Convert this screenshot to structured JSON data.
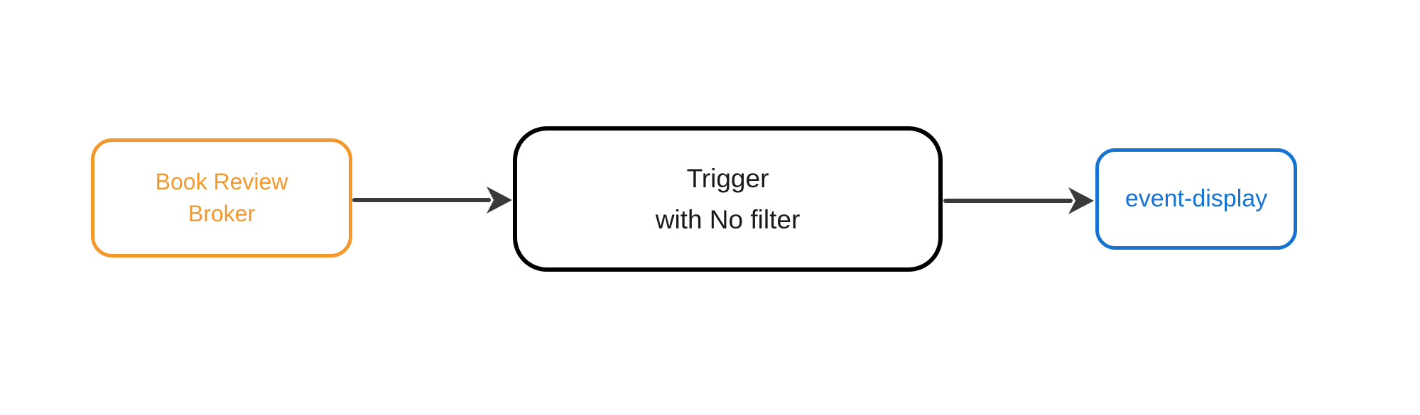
{
  "diagram": {
    "background_color": "#ffffff",
    "arrow_color": "#3a3a3a",
    "nodes": {
      "broker": {
        "label": "Book Review\nBroker",
        "color": "#f2982d"
      },
      "trigger": {
        "label": "Trigger\nwith No filter",
        "border_color": "#000000",
        "text_color": "#1a1a1a"
      },
      "event_display": {
        "label": "event-display",
        "color": "#1673d2"
      }
    },
    "edges": [
      {
        "from": "broker",
        "to": "trigger"
      },
      {
        "from": "trigger",
        "to": "event_display"
      }
    ]
  }
}
